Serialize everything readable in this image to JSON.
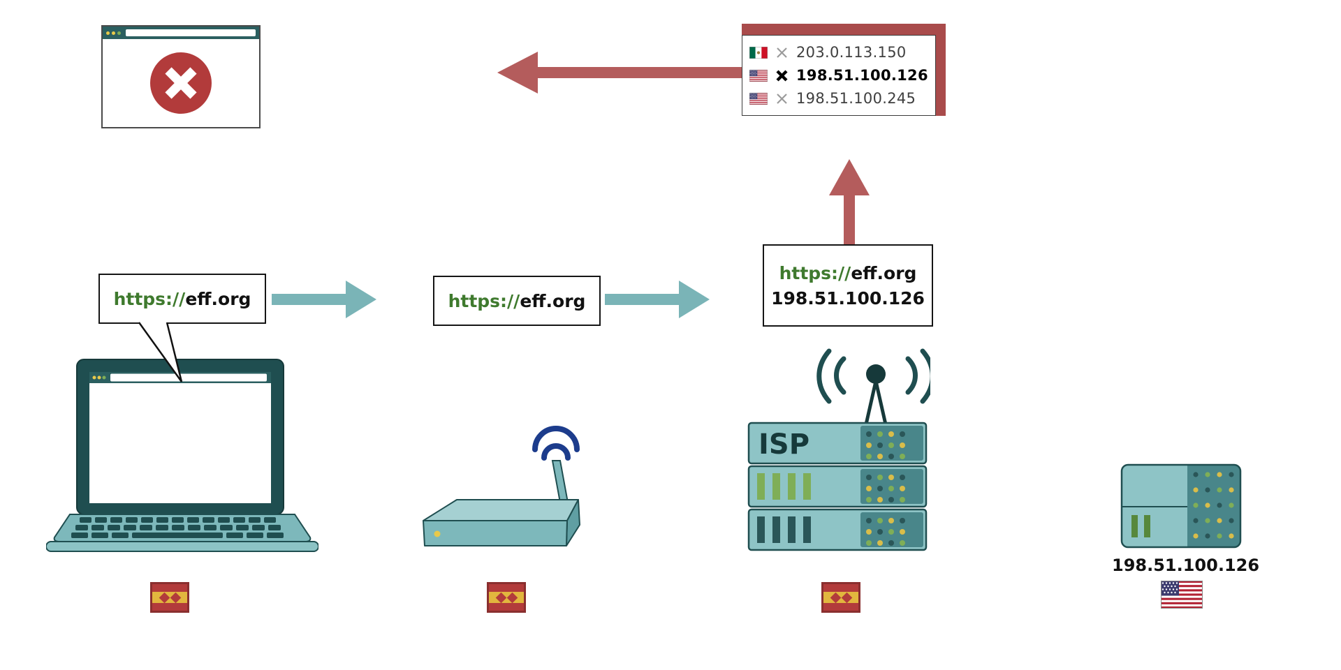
{
  "colors": {
    "teal_arrow": "#7ab4b7",
    "dark_teal": "#1f4e50",
    "light_teal": "#8ec4c6",
    "red_arrow": "#b45c5c",
    "dns_header_red": "#a94b4b",
    "blocked_red": "#b23b3b",
    "green_url": "#3f7a2e",
    "flag_gold": "#e2b63e"
  },
  "requests": {
    "from_laptop": {
      "scheme": "https://",
      "host": "eff.org"
    },
    "from_router": {
      "scheme": "https://",
      "host": "eff.org"
    },
    "from_isp": {
      "scheme": "https://",
      "host": "eff.org",
      "ip": "198.51.100.126"
    }
  },
  "dns_response": {
    "entries": [
      {
        "flag": "mexico",
        "ip": "203.0.113.150",
        "selected": false
      },
      {
        "flag": "usa",
        "ip": "198.51.100.126",
        "selected": true
      },
      {
        "flag": "usa",
        "ip": "198.51.100.245",
        "selected": false
      }
    ]
  },
  "isp": {
    "label": "ISP"
  },
  "destination_server": {
    "ip": "198.51.100.126",
    "flag": "usa"
  }
}
